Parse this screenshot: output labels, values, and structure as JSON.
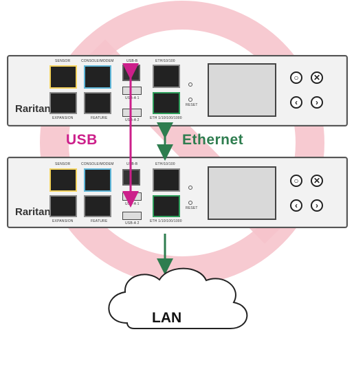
{
  "brand": "Raritan",
  "labels": {
    "usb": "USB",
    "ethernet": "Ethernet",
    "lan": "LAN"
  },
  "top_unit": {
    "port_sensor": "SENSOR",
    "port_console": "CONSOLE/MODEM",
    "port_expansion": "EXPANSION",
    "port_feature": "FEATURE",
    "port_usb_b": "USB-B",
    "port_usb_a1": "USB-A 1",
    "port_usb_a2": "USB-A 2",
    "port_eth": "ETH/10/100",
    "port_eth2": "ETH 1/10/100/1000",
    "reset": "RESET"
  },
  "bottom_unit": {
    "port_sensor": "SENSOR",
    "port_console": "CONSOLE/MODEM",
    "port_expansion": "EXPANSION",
    "port_feature": "FEATURE",
    "port_usb_b": "USB-B",
    "port_usb_a1": "USB-A 1",
    "port_usb_a2": "USB-A 2",
    "port_eth": "ETH/10/100",
    "port_eth2": "ETH 1/10/100/1000",
    "reset": "RESET"
  },
  "colors": {
    "usb": "#cc1f8a",
    "ethernet": "#2e7d4f",
    "prohibition": "#f4b8c2",
    "port_yellow": "#f4d35e",
    "port_cyan": "#5fb7d9",
    "port_green": "#2e9e5b"
  },
  "icons": [
    "prohibition-icon",
    "cloud-icon",
    "double-arrow-icon",
    "down-arrow-icon"
  ]
}
